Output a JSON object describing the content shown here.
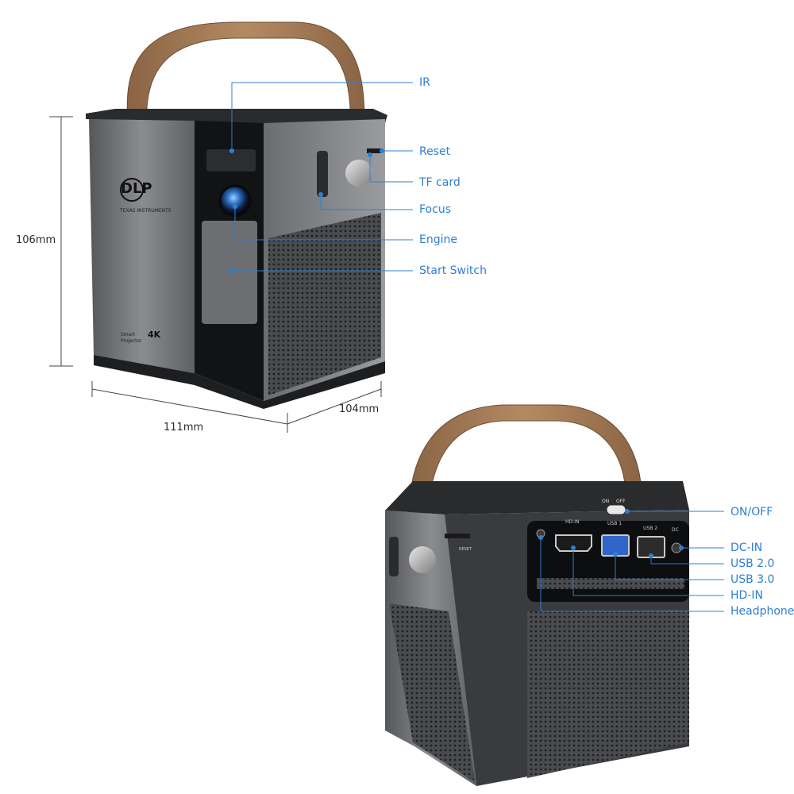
{
  "colors": {
    "callout": "#2f7fd3",
    "dimension": "#444444",
    "handle": "#a07a56",
    "body_dark": "#3a3b3e",
    "body_mid": "#6b6d70"
  },
  "top_view": {
    "dimensions": {
      "height": "106mm",
      "width": "111mm",
      "depth": "104mm"
    },
    "logos": {
      "dlp": "DLP",
      "dlp_sub": "TEXAS INSTRUMENTS",
      "badge_text": "Smart Projector",
      "badge_4k": "4K"
    },
    "callouts": {
      "ir": "IR",
      "reset": "Reset",
      "tf_card": "TF card",
      "focus": "Focus",
      "engine": "Engine",
      "start_switch": "Start Switch"
    }
  },
  "bottom_view": {
    "port_labels": {
      "on": "ON",
      "off": "OFF",
      "usb1": "USB 1",
      "usb2": "USB 2",
      "dc": "DC",
      "hdin": "HD-IN",
      "reset": "RESET"
    },
    "callouts": {
      "on_off": "ON/OFF",
      "dc_in": "DC-IN",
      "usb_20": "USB 2.0",
      "usb_30": "USB 3.0",
      "hd_in": "HD-IN",
      "headphone": "Headphone"
    }
  }
}
